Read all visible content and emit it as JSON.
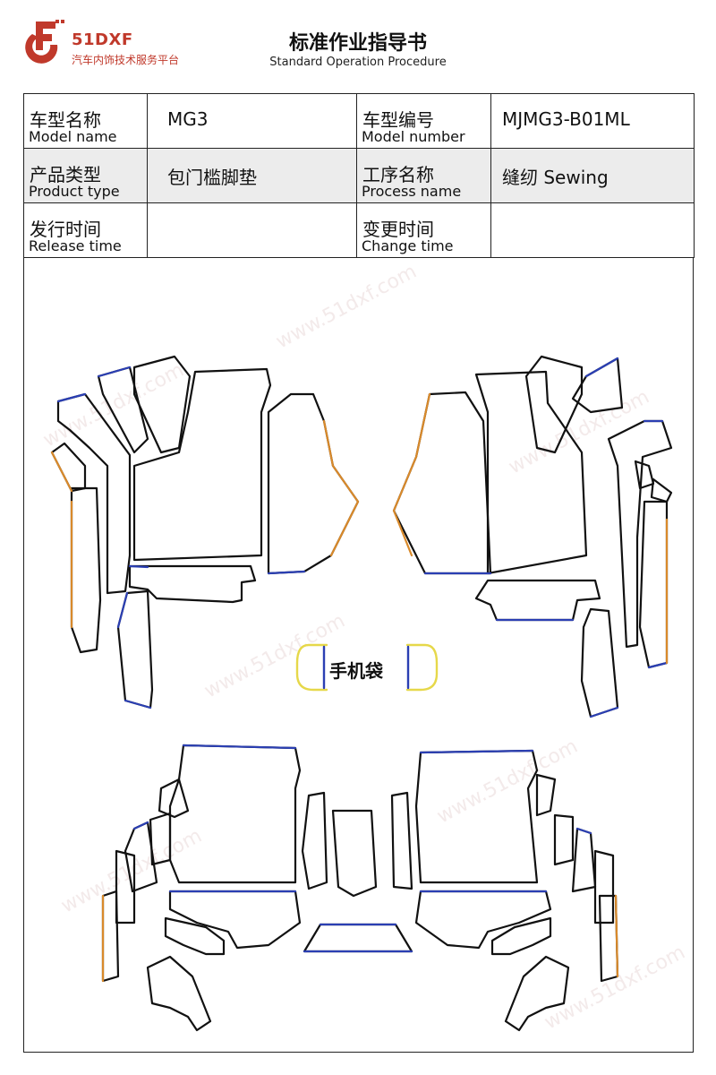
{
  "header": {
    "brand": "51DXF",
    "brand_subtitle": "汽车内饰技术服务平台",
    "title": "标准作业指导书",
    "subtitle": "Standard Operation Procedure"
  },
  "info_table": {
    "model_name": {
      "label_cn": "车型名称",
      "label_en": "Model name",
      "value": "MG3"
    },
    "model_number": {
      "label_cn": "车型编号",
      "label_en": "Model number",
      "value": "MJMG3-B01ML"
    },
    "product_type": {
      "label_cn": "产品类型",
      "label_en": "Product type",
      "value": "包门槛脚垫"
    },
    "process_name": {
      "label_cn": "工序名称",
      "label_en": "Process name",
      "value": "缝纫 Sewing"
    },
    "release_time": {
      "label_cn": "发行时间",
      "label_en": "Release time",
      "value": ""
    },
    "change_time": {
      "label_cn": "变更时间",
      "label_en": "Change time",
      "value": ""
    }
  },
  "drawing": {
    "phone_pocket_label": "手机袋",
    "watermark": "www.51dxf.com",
    "colors": {
      "outline": "#111111",
      "edge_blue": "#2b3fb3",
      "edge_orange": "#d98a2b",
      "edge_yellow": "#e6d84a",
      "brand_red": "#c0392b"
    }
  }
}
